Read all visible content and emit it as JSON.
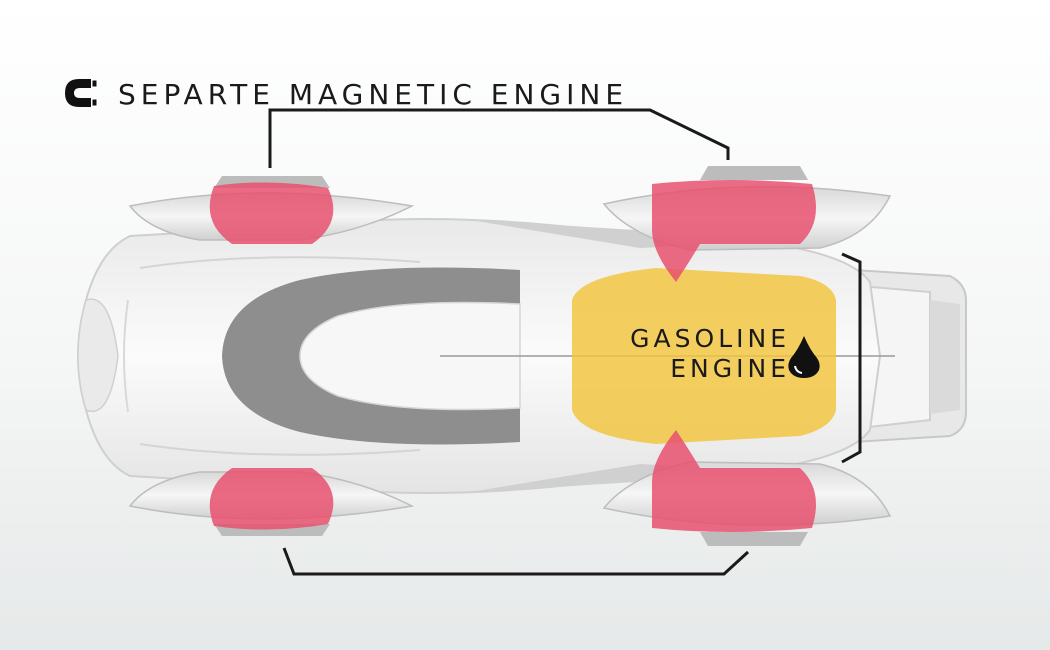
{
  "labels": {
    "magnetic_engine": "SEPARTE MAGNETIC ENGINE",
    "gasoline_engine_line1": "GASOLINE",
    "gasoline_engine_line2": "ENGINE"
  },
  "icons": {
    "magnet": "magnet-icon",
    "fuel_drop": "fuel-drop-icon"
  },
  "colors": {
    "magnetic_engine_highlight": "#e8506e",
    "gasoline_engine_highlight": "#f2c43c",
    "car_body": "#f4f4f4",
    "car_dark_panel": "#8a8a8a",
    "callout_line": "#1a1a1a"
  }
}
